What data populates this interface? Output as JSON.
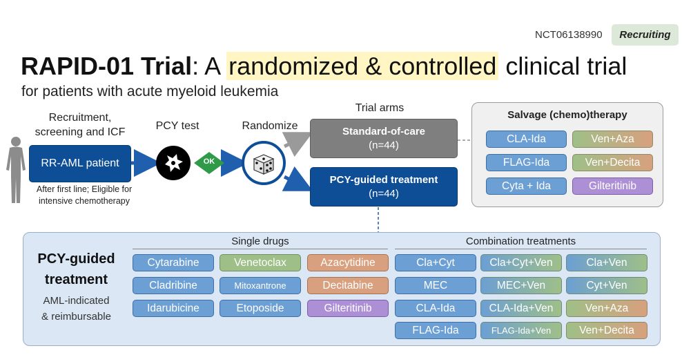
{
  "header": {
    "trial_id": "NCT06138990",
    "status": "Recruiting",
    "title_bold": "RAPID-01 Trial",
    "title_colon": ": A ",
    "title_highlight": "randomized & controlled",
    "title_rest": " clinical trial",
    "subtitle": "for patients with acute myeloid leukemia"
  },
  "flow": {
    "recruit_label_1": "Recruitment,",
    "recruit_label_2": "screening and ICF",
    "patient_box": "RR-AML patient",
    "patient_note_1": "After first line; Eligible for",
    "patient_note_2": "intensive chemotherapy",
    "pcy_test_label": "PCY test",
    "ok_label": "OK",
    "randomize_label": "Randomize",
    "trial_arms_label": "Trial arms",
    "arm1_title": "Standard-of-care",
    "arm1_n": "(n=44)",
    "arm2_title": "PCY-guided treatment",
    "arm2_n": "(n=44)"
  },
  "salvage": {
    "title": "Salvage (chemo)therapy",
    "items": [
      "CLA-Ida",
      "Ven+Aza",
      "FLAG-Ida",
      "Ven+Decita",
      "Cyta + Ida",
      "Gilteritinib"
    ]
  },
  "pcy_panel": {
    "title_1": "PCY-guided",
    "title_2": "treatment",
    "note_1": "AML-indicated",
    "note_2": "& reimbursable",
    "single_header": "Single drugs",
    "single": [
      "Cytarabine",
      "Venetoclax",
      "Azacytidine",
      "Cladribine",
      "Mitoxantrone",
      "Decitabine",
      "Idarubicine",
      "Etoposide",
      "Gilteritinib"
    ],
    "combo_header": "Combination treatments",
    "combo": [
      "Cla+Cyt",
      "Cla+Cyt+Ven",
      "Cla+Ven",
      "MEC",
      "MEC+Ven",
      "Cyt+Ven",
      "CLA-Ida",
      "CLA-Ida+Ven",
      "Ven+Aza",
      "FLAG-Ida",
      "FLAG-Ida+Ven",
      "Ven+Decita"
    ]
  },
  "colors": {
    "navy": "#0d4e96",
    "arrow_blue": "#1f5fae",
    "arrow_gray": "#9a9a9a",
    "ok_green": "#2f9a48",
    "soc_gray": "#7f7f7f",
    "highlight": "#fff6c4",
    "status_badge": "#dde9d8"
  },
  "icons": [
    "human-silhouette-icon",
    "cell-test-icon",
    "dice-icon"
  ]
}
